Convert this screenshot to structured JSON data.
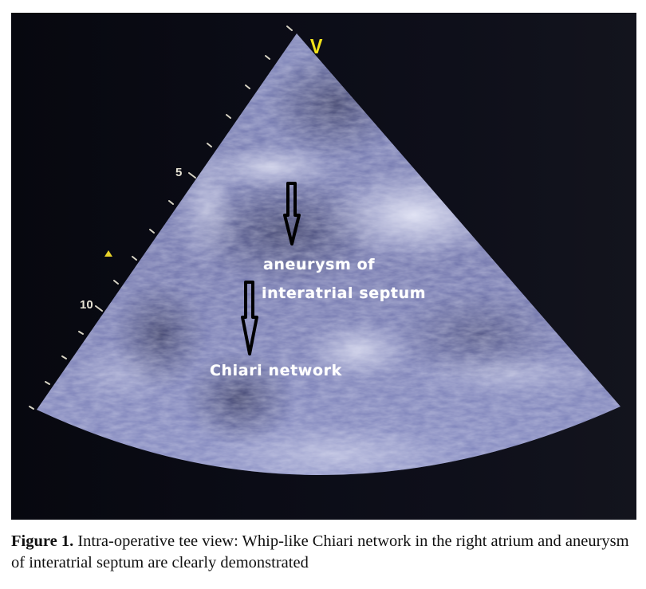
{
  "figure": {
    "image": {
      "description": "Intra-operative transesophageal echocardiography (TEE) sector image",
      "orientation_marker": "V",
      "depth_scale": {
        "labels": [
          "5",
          "10"
        ],
        "unit_ticks": true
      },
      "focus_marker_icon": "triangle-focus-icon",
      "annotations": [
        {
          "id": "aneurysm",
          "lines": [
            "aneurysm of",
            "interatrial septum"
          ],
          "arrow": "down-arrow-icon"
        },
        {
          "id": "chiari",
          "lines": [
            "Chiari network"
          ],
          "arrow": "down-arrow-icon"
        }
      ],
      "colors": {
        "background": "#0b0c16",
        "tissue": "#8a90c4",
        "tissue_bright": "#d8dcf2",
        "marker_yellow": "#f2e21a",
        "label_white": "#ffffff",
        "arrow": "#000000"
      }
    },
    "caption": {
      "label": "Figure 1.",
      "text": " Intra-operative tee view: Whip-like Chiari network in the right atrium and aneurysm of interatrial septum are clearly demonstrated"
    }
  }
}
